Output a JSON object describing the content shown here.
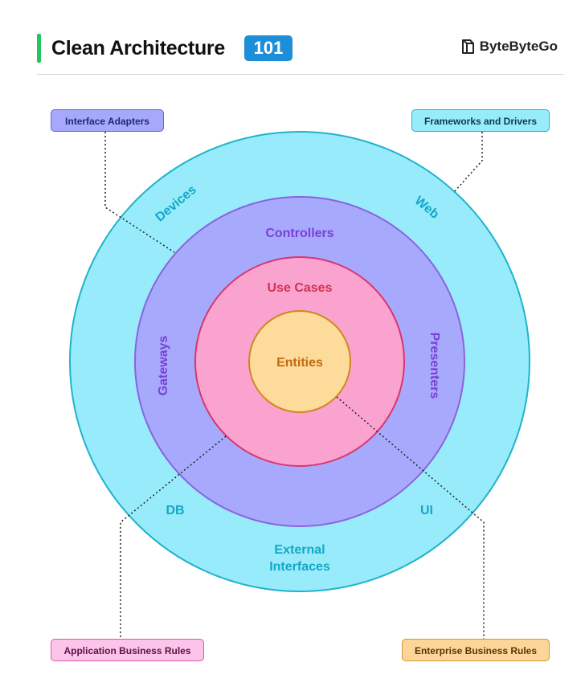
{
  "header": {
    "title": "Clean Architecture",
    "badge": "101",
    "brand": "ByteByteGo",
    "accent_color": "#22c55e",
    "badge_color": "#1d8fd8"
  },
  "legend_boxes": {
    "interface_adapters": "Interface Adapters",
    "frameworks_and_drivers": "Frameworks and Drivers",
    "application_business_rules": "Application Business Rules",
    "enterprise_business_rules": "Enterprise Business Rules"
  },
  "rings": {
    "outer": {
      "color": "#98ebfb",
      "items": [
        "Devices",
        "Web",
        "DB",
        "UI",
        "External Interfaces"
      ]
    },
    "adapters": {
      "color": "#a7aafc",
      "items": [
        "Controllers",
        "Gateways",
        "Presenters"
      ]
    },
    "use_cases": {
      "color": "#fba3cf",
      "label": "Use Cases"
    },
    "entities": {
      "color": "#fcdb9b",
      "label": "Entities"
    }
  },
  "ring_labels": {
    "devices": "Devices",
    "web": "Web",
    "db": "DB",
    "ui": "UI",
    "external_line1": "External",
    "external_line2": "Interfaces",
    "controllers": "Controllers",
    "gateways": "Gateways",
    "presenters": "Presenters",
    "use_cases": "Use Cases",
    "entities": "Entities"
  }
}
